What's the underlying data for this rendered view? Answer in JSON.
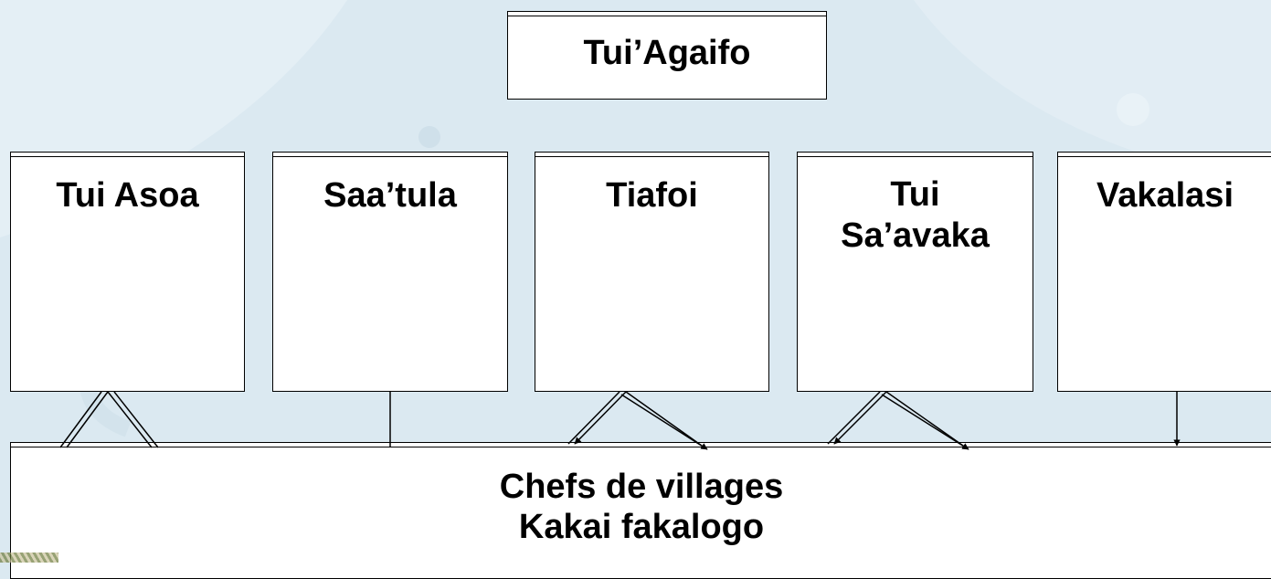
{
  "top": {
    "title": "Tui’Agaifo"
  },
  "chiefs": [
    {
      "line1": "Tui Asoa",
      "line2": ""
    },
    {
      "line1": "Saa’tula",
      "line2": ""
    },
    {
      "line1": "Tiafoi",
      "line2": ""
    },
    {
      "line1": "Tui",
      "line2": "Sa’avaka"
    },
    {
      "line1": "Vakalasi",
      "line2": ""
    }
  ],
  "villages": {
    "line1": "Chefs de villages",
    "line2": "Kakai fakalogo"
  },
  "colors": {
    "background": "#dbe9f1",
    "box_fill": "#ffffff",
    "stroke": "#000000"
  }
}
